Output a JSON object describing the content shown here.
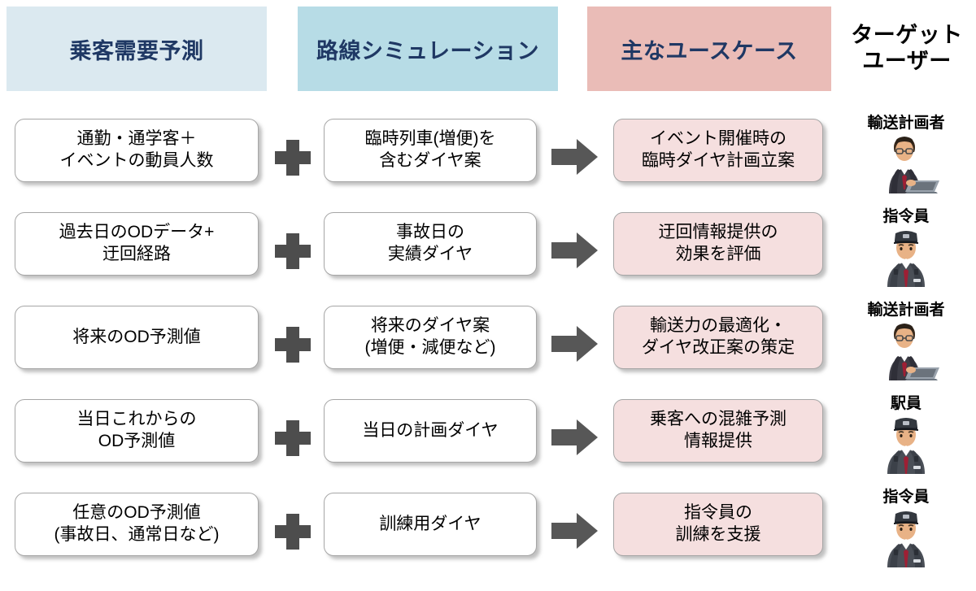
{
  "headers": {
    "demand": "乗客需要予測",
    "simulation": "路線シミュレーション",
    "usecase": "主なユースケース",
    "target_line1": "ターゲット",
    "target_line2": "ユーザー"
  },
  "colors": {
    "header_demand_bg": "#dbe9f0",
    "header_simulation_bg": "#b7dce6",
    "header_usecase_bg": "#eabcb7",
    "header_text": "#1f3864",
    "usecase_box_bg": "#f5dfdf",
    "input_box_bg": "#ffffff",
    "connector": "#4d4d4d",
    "arrow": "#575757",
    "box_border": "#a6a6a6"
  },
  "connectors": {
    "plus": "plus-icon",
    "arrow": "arrow-right-icon"
  },
  "rows": [
    {
      "demand_line1": "通勤・通学客＋",
      "demand_line2": "イベントの動員人数",
      "sim_line1": "臨時列車(増便)を",
      "sim_line2": "含むダイヤ案",
      "usecase_line1": "イベント開催時の",
      "usecase_line2": "臨時ダイヤ計画立案",
      "target_label": "輸送計画者",
      "target_avatar": "planner-avatar"
    },
    {
      "demand_line1": "過去日のODデータ+",
      "demand_line2": "迂回経路",
      "sim_line1": "事故日の",
      "sim_line2": "実績ダイヤ",
      "usecase_line1": "迂回情報提供の",
      "usecase_line2": "効果を評価",
      "target_label": "指令員",
      "target_avatar": "dispatcher-avatar"
    },
    {
      "demand_line1": "将来のOD予測値",
      "demand_line2": "",
      "sim_line1": "将来のダイヤ案",
      "sim_line2": "(増便・減便など)",
      "usecase_line1": "輸送力の最適化・",
      "usecase_line2": "ダイヤ改正案の策定",
      "target_label": "輸送計画者",
      "target_avatar": "planner-avatar"
    },
    {
      "demand_line1": "当日これからの",
      "demand_line2": "OD予測値",
      "sim_line1": "当日の計画ダイヤ",
      "sim_line2": "",
      "usecase_line1": "乗客への混雑予測",
      "usecase_line2": "情報提供",
      "target_label": "駅員",
      "target_avatar": "station-staff-avatar"
    },
    {
      "demand_line1": "任意のOD予測値",
      "demand_line2": "(事故日、通常日など)",
      "sim_line1": "訓練用ダイヤ",
      "sim_line2": "",
      "usecase_line1": "指令員の",
      "usecase_line2": "訓練を支援",
      "target_label": "指令員",
      "target_avatar": "dispatcher-avatar"
    }
  ]
}
